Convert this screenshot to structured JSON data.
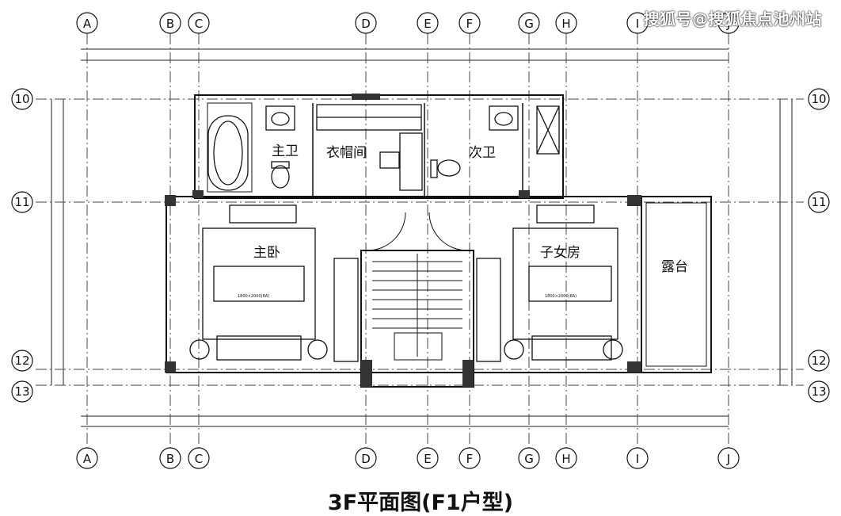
{
  "watermark": "搜狐号@搜狐焦点池州站",
  "caption": "3F平面图(F1户型)",
  "grid": {
    "columns": [
      "A",
      "B",
      "C",
      "D",
      "E",
      "F",
      "G",
      "H",
      "I",
      "J"
    ],
    "rows": [
      "10",
      "11",
      "12",
      "13"
    ]
  },
  "rooms": {
    "master_bath": "主卫",
    "cloakroom": "衣帽间",
    "second_bath": "次卫",
    "master_bedroom": "主卧",
    "kids_room": "子女房",
    "terrace": "露台",
    "bed_size_left": "1800×2000(8A)",
    "bed_size_right": "1800×2000(8A)"
  }
}
